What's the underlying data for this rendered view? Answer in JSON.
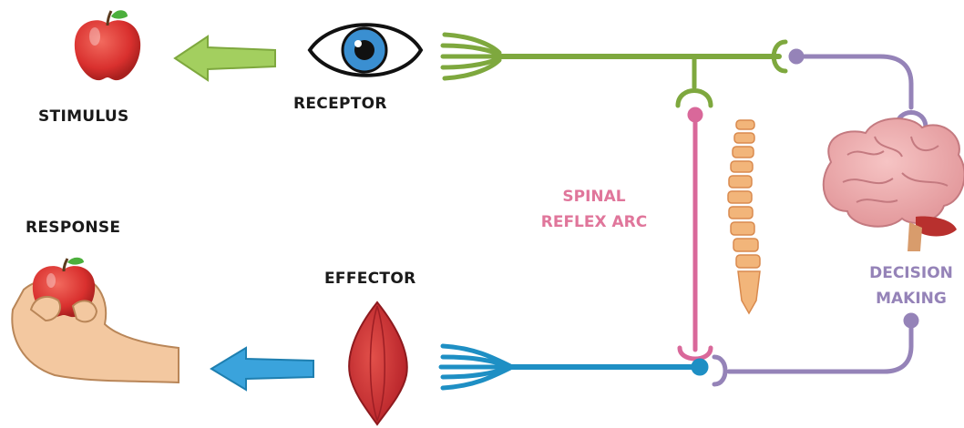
{
  "labels": {
    "stimulus": "STIMULUS",
    "receptor": "RECEPTOR",
    "response": "RESPONSE",
    "effector": "EFFECTOR",
    "spinal_line1": "SPINAL",
    "spinal_line2": "REFLEX ARC",
    "decision_line1": "DECISION",
    "decision_line2": "MAKING"
  },
  "colors": {
    "green": "#9ec85a",
    "green_dark": "#7ea83e",
    "blue": "#1e8fc4",
    "pink": "#d9689a",
    "purple": "#9583b8",
    "red": "#d9302e"
  },
  "icons": [
    "apple-icon",
    "eye-icon",
    "muscle-icon",
    "hand-holding-apple-icon",
    "spine-icon",
    "brain-icon"
  ]
}
